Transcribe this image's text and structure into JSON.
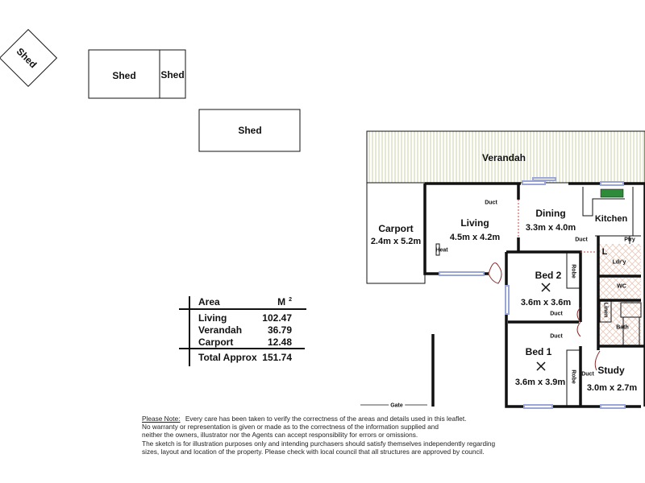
{
  "sheds": {
    "shed_rotated": "Shed",
    "shed_large": "Shed",
    "shed_small": "Shed",
    "shed_lower": "Shed"
  },
  "rooms": {
    "verandah": {
      "name": "Verandah"
    },
    "carport": {
      "name": "Carport",
      "dims": "2.4m x 5.2m"
    },
    "living": {
      "name": "Living",
      "dims": "4.5m x 4.2m"
    },
    "dining": {
      "name": "Dining",
      "dims": "3.3m x 4.0m"
    },
    "kitchen": {
      "name": "Kitchen"
    },
    "pantry": {
      "name": "Ptry"
    },
    "laundry": {
      "name": "Ldr'y",
      "tub": "L"
    },
    "wc": {
      "name": "WC"
    },
    "linen": {
      "name": "Linen"
    },
    "bath": {
      "name": "Bath"
    },
    "bed2": {
      "name": "Bed 2",
      "dims": "3.6m x 3.6m",
      "robe": "Robe"
    },
    "bed1": {
      "name": "Bed 1",
      "dims": "3.6m x 3.9m",
      "robe": "Robe"
    },
    "study": {
      "name": "Study",
      "dims": "3.0m x 2.7m"
    }
  },
  "labels": {
    "duct": "Duct",
    "heat": "Heat",
    "gate": "Gate"
  },
  "area_table": {
    "header": {
      "label": "Area",
      "unit": "M",
      "unit_sup": "2"
    },
    "rows": [
      {
        "label": "Living",
        "value": "102.47"
      },
      {
        "label": "Verandah",
        "value": "36.79"
      },
      {
        "label": "Carport",
        "value": "12.48"
      }
    ],
    "total": {
      "label": "Total Approx",
      "value": "151.74"
    }
  },
  "note": {
    "heading": "Please Note:",
    "lines": [
      "Every care has been taken to verify the correctness of the areas and details used in this leaflet.",
      "No warranty or representation is given or made as to the correctness of the information supplied and",
      "neither the owners, illustrator nor the Agents can accept responsibility for errors or omissions.",
      "The sketch is for illustration purposes only and intending purchasers should satisfy themselves independently regarding",
      "sizes, layout and location of the property. Please check with local council that all structures are approved by council."
    ]
  },
  "colors": {
    "wall": "#111111",
    "verandah_hatch": "#c8d0a0",
    "window": "#9aa6d8",
    "door_arc": "#8b2a2a",
    "wet_tile": "#e8c8b8",
    "sink": "#2e8b3a"
  }
}
